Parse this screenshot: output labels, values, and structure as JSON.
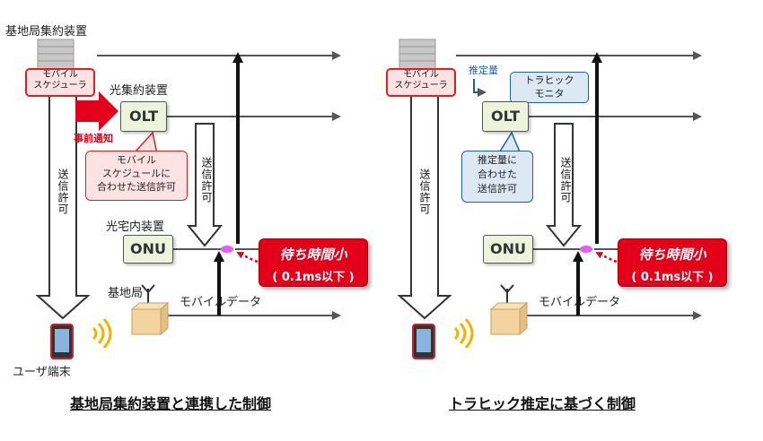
{
  "left": {
    "aggregator_label": "基地局集約装置",
    "scheduler_label": "モバイル\nスケジューラ",
    "olt_device_label": "光集約装置",
    "olt": "OLT",
    "notice_label": "事前通知",
    "callout": "モバイル\nスケジュールに\n合わせた送信許可",
    "permit_down": "送信許可",
    "permit_olt": "送信許可",
    "onu_device_label": "光宅内装置",
    "onu": "ONU",
    "wait_title": "待ち時間小",
    "wait_sub": "( 0.1ms以下 )",
    "base_station_label": "基地局",
    "mobile_data_label": "モバイルデータ",
    "terminal_label": "ユーザ端末",
    "caption": "基地局集約装置と連携した制御"
  },
  "right": {
    "scheduler_label": "モバイル\nスケジューラ",
    "estimate_label": "推定量",
    "monitor_label": "トラヒック\nモニタ",
    "olt": "OLT",
    "callout": "推定量に\n合わせた\n送信許可",
    "permit_down": "送信許可",
    "permit_olt": "送信許可",
    "onu": "ONU",
    "wait_title": "待ち時間小",
    "wait_sub": "( 0.1ms以下 )",
    "mobile_data_label": "モバイルデータ",
    "caption": "トラヒック推定に基づく制御"
  },
  "colors": {
    "red": "#e3001b",
    "olt_fill": "#eef3dc",
    "monitor_fill": "#dde8f5",
    "blue_border": "#1f5fa8",
    "ellipse": "#e85cf0"
  }
}
